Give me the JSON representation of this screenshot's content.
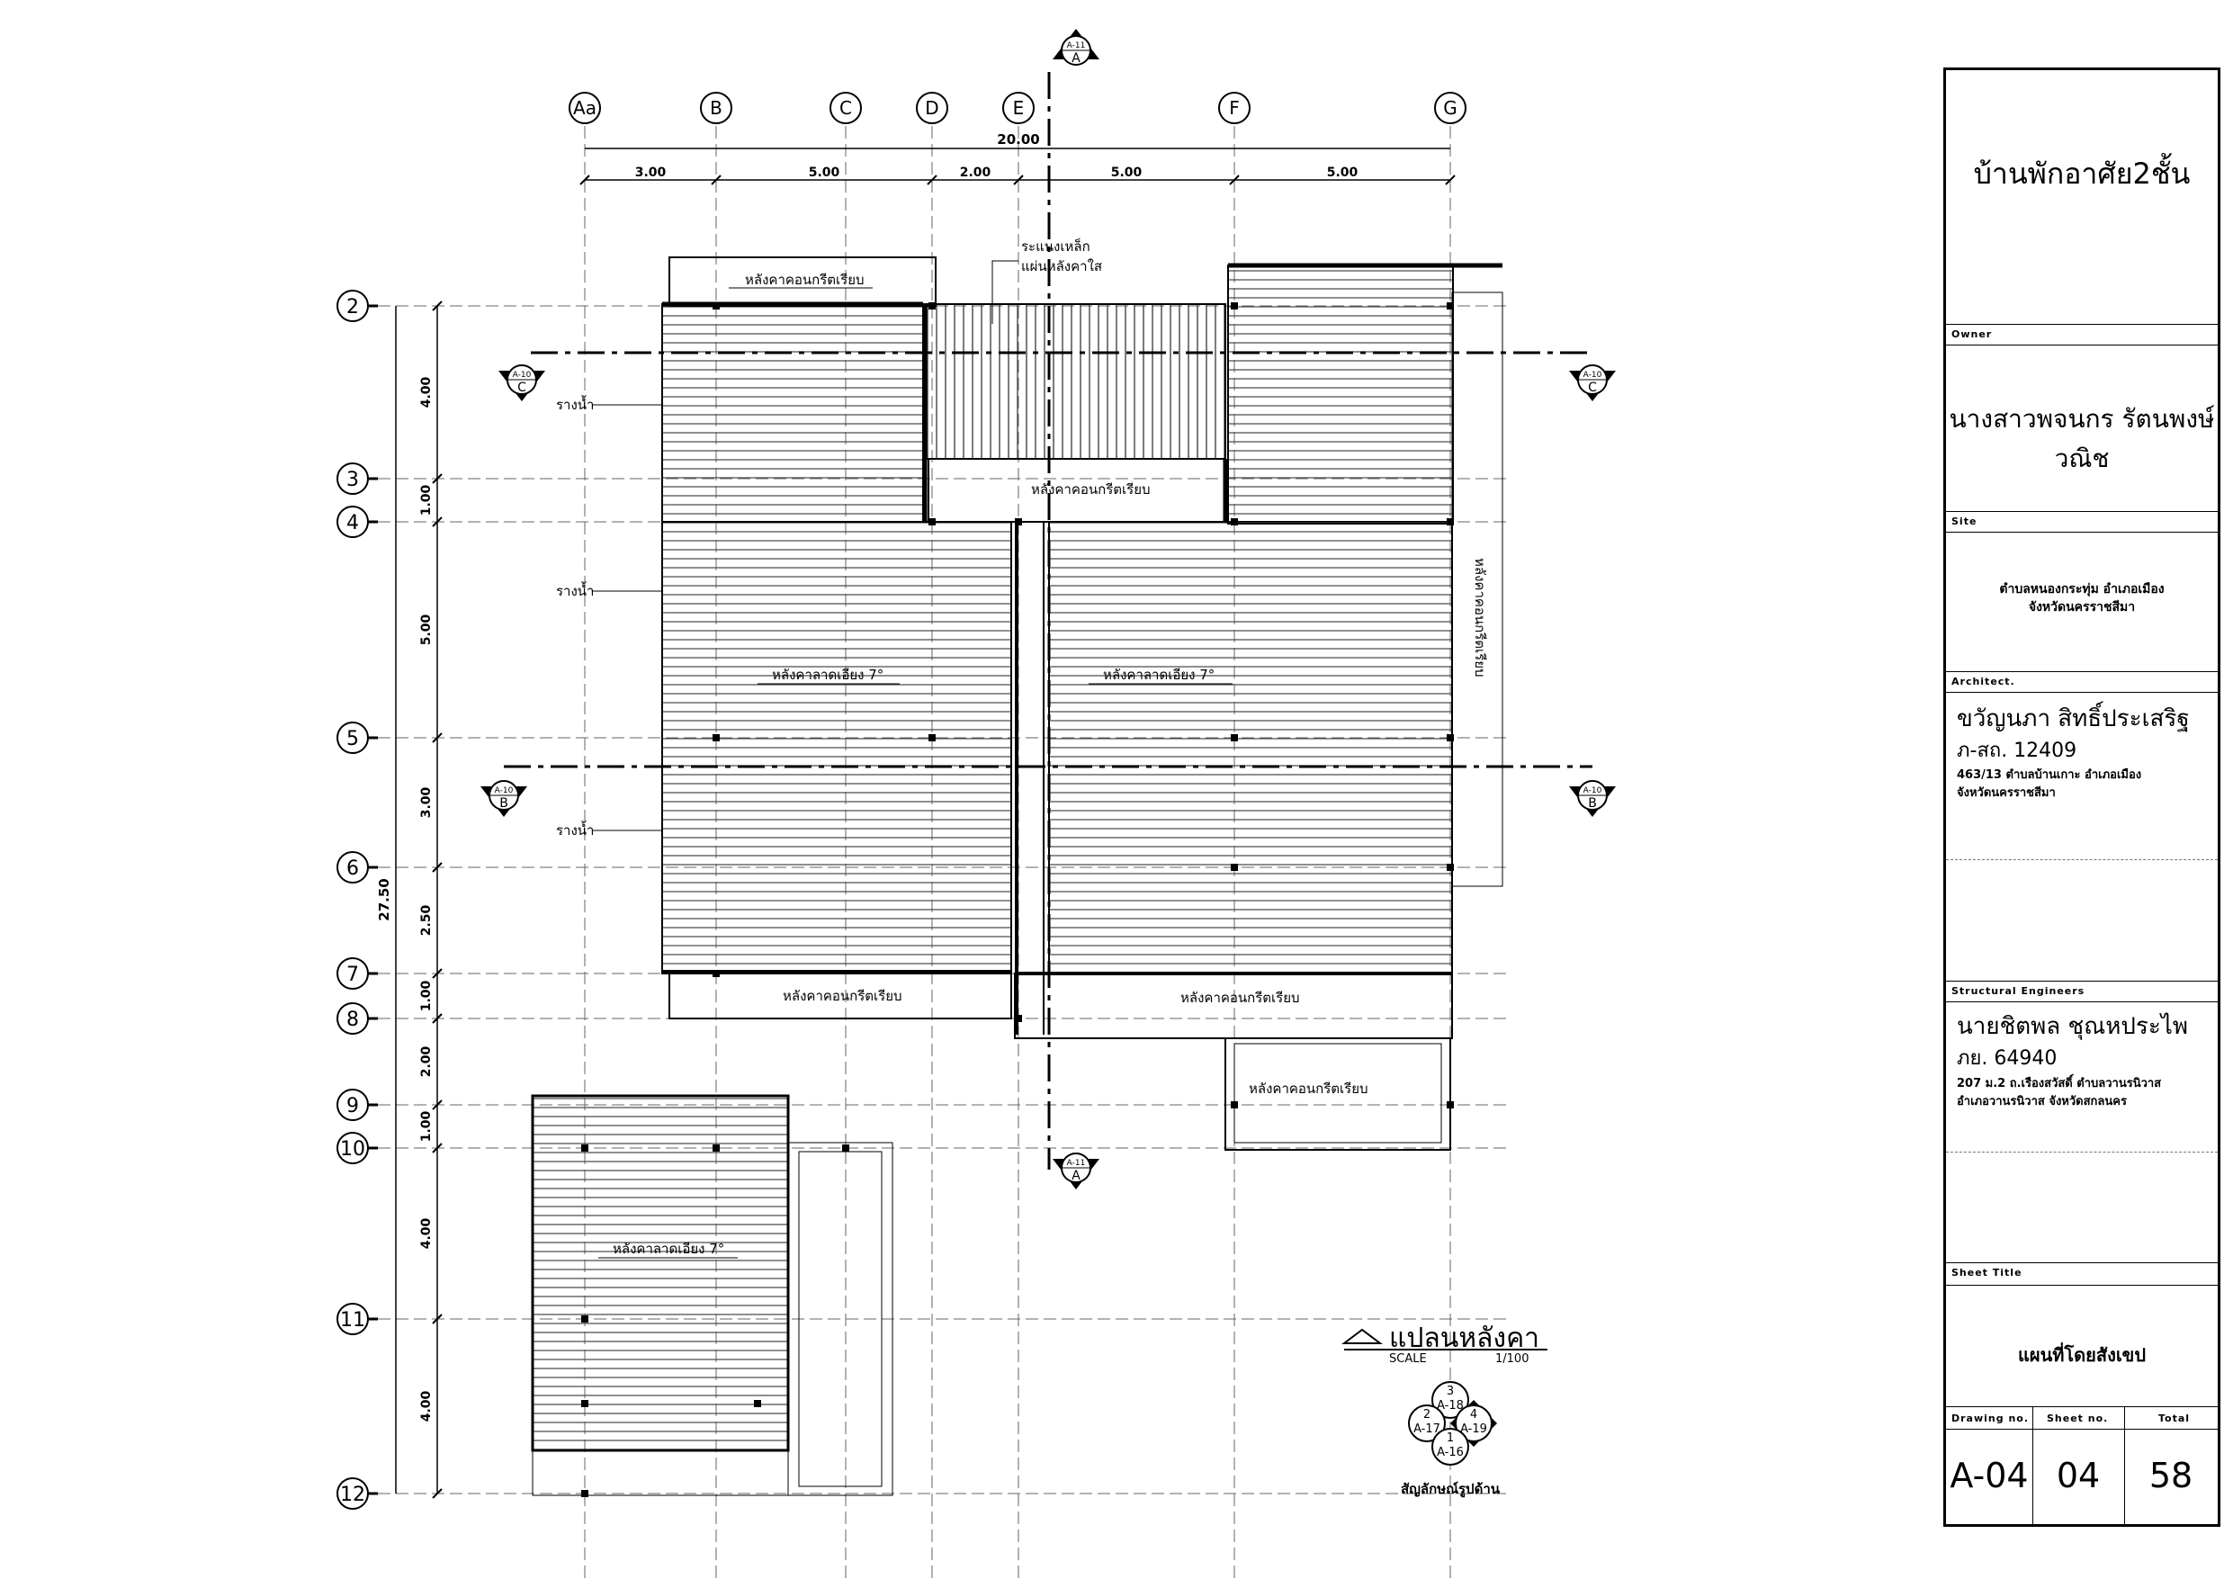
{
  "plan": {
    "column_labels": [
      "Aa",
      "B",
      "C",
      "D",
      "E",
      "F",
      "G"
    ],
    "row_labels": [
      "2",
      "3",
      "4",
      "5",
      "6",
      "7",
      "8",
      "9",
      "10",
      "11",
      "12"
    ],
    "total_width": "20.00",
    "total_depth": "27.50",
    "bay_widths": [
      "3.00",
      "5.00",
      "2.00",
      "5.00",
      "5.00"
    ],
    "row_spacings": [
      "4.00",
      "1.00",
      "5.00",
      "3.00",
      "2.50",
      "1.00",
      "2.00",
      "1.00",
      "4.00",
      "4.00"
    ],
    "notes": {
      "steel_gutter": "ระแนงเหล็ก",
      "translucent_sheet": "แผ่นหลังคาใส",
      "flat_concrete_roof": "หลังคาคอนกรีตเรียบ",
      "sloped_roof": "หลังคาลาดเอียง 7°",
      "rain_gutter": "รางน้ำ"
    },
    "section_markers": [
      {
        "letter": "A",
        "sheet": "A-11"
      },
      {
        "letter": "B",
        "sheet": "A-10"
      },
      {
        "letter": "C",
        "sheet": "A-10"
      }
    ],
    "plan_title": "แปลนหลังคา",
    "scale_label": "SCALE",
    "scale_value": "1/100",
    "elevation_key": {
      "numbers": [
        "3",
        "2",
        "4",
        "1"
      ],
      "sheets": [
        "A-18",
        "A-17",
        "A-19",
        "A-16"
      ],
      "caption": "สัญลักษณ์รูปด้าน"
    }
  },
  "title_block": {
    "project_title": "บ้านพักอาศัย2ชั้น",
    "owner_label": "Owner",
    "owner_name": "นางสาวพจนกร รัตนพงษ์วณิช",
    "site_label": "Site",
    "site_line1": "ตำบลหนองกระทุ่ม อำเภอเมือง",
    "site_line2": "จังหวัดนครราชสีมา",
    "architect_label": "Architect.",
    "architect_name": "ขวัญนภา  สิทธิ์ประเสริฐ",
    "architect_license": "ภ-สถ. 12409",
    "architect_addr1": "463/13 ตำบลบ้านเกาะ อำเภอเมือง",
    "architect_addr2": "จังหวัดนครราชสีมา",
    "engineer_label": "Structural Engineers",
    "engineer_name": "นายชิตพล ชุณหประไพ",
    "engineer_license": "ภย. 64940",
    "engineer_addr1": "207 ม.2 ถ.เรืองสวัสดิ์ ตำบลวานรนิวาส",
    "engineer_addr2": "อำเภอวานรนิวาส จังหวัดสกลนคร",
    "sheet_title_label": "Sheet Title",
    "sheet_title": "แผนที่โดยสังเขป",
    "drawing_no_label": "Drawing no.",
    "sheet_no_label": "Sheet no.",
    "total_label": "Total",
    "drawing_no": "A-04",
    "sheet_no": "04",
    "total": "58"
  }
}
